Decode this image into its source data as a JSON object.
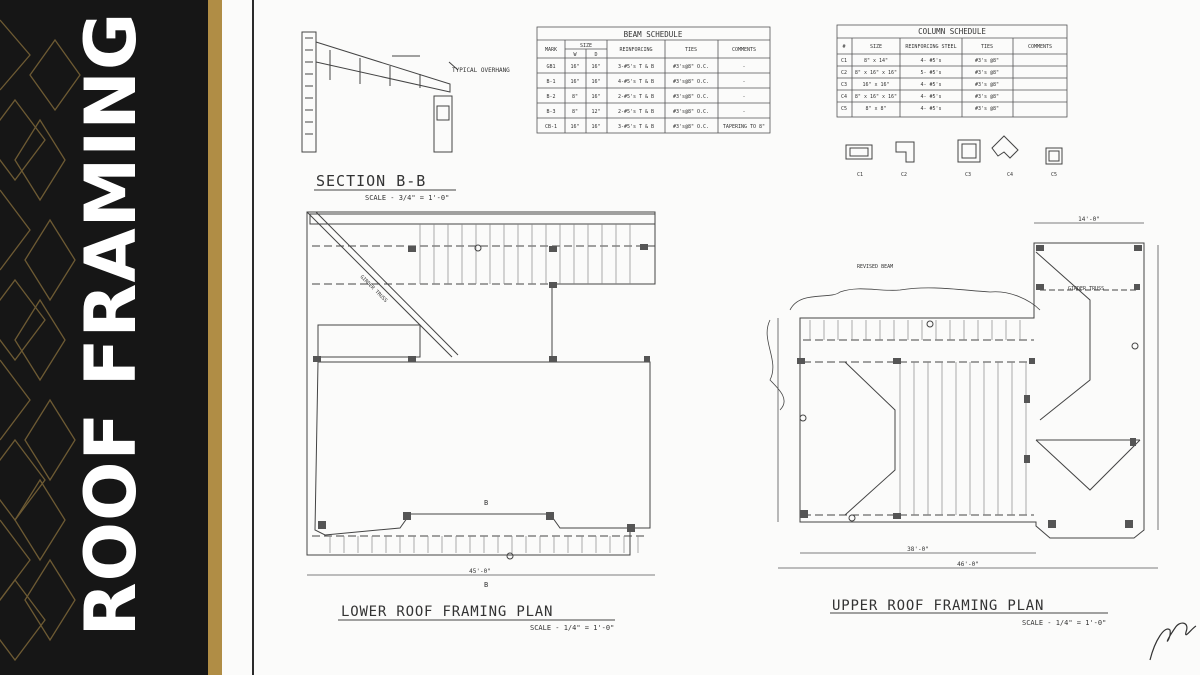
{
  "slide": {
    "title": "ROOF FRAMING",
    "accent_color": "#b08d45",
    "sidebar_color": "#161616"
  },
  "drawing": {
    "section_title": "SECTION B-B",
    "section_scale": "SCALE - 3/4\" = 1'-0\"",
    "section_note": "TYPICAL OVERHANG",
    "beam_schedule": {
      "title": "BEAM SCHEDULE",
      "headers": [
        "MARK",
        "SIZE",
        "REINFORCING",
        "TIES",
        "COMMENTS"
      ],
      "size_subheaders": [
        "W",
        "D"
      ],
      "rows": [
        [
          "GB1",
          "16\"",
          "16\"",
          "3-#5's T & B",
          "#3's@8\" O.C.",
          "-"
        ],
        [
          "B-1",
          "16\"",
          "16\"",
          "4-#5's T & B",
          "#3's@8\" O.C.",
          "-"
        ],
        [
          "B-2",
          "8\"",
          "16\"",
          "2-#5's T & B",
          "#3's@8\" O.C.",
          "-"
        ],
        [
          "B-3",
          "8\"",
          "12\"",
          "2-#5's T & B",
          "#3's@8\" O.C.",
          "-"
        ],
        [
          "CB-1",
          "16\"",
          "16\"",
          "3-#5's T & B",
          "#3's@8\" O.C.",
          "TAPERING TO 8\""
        ]
      ]
    },
    "column_schedule": {
      "title": "COLUMN SCHEDULE",
      "headers": [
        "#",
        "SIZE",
        "REINFORCING STEEL",
        "TIES",
        "COMMENTS"
      ],
      "rows": [
        [
          "C1",
          "8\" x 14\"",
          "4- #5's",
          "#3's @8\"",
          ""
        ],
        [
          "C2",
          "8\" x 16\" x 16\"",
          "5- #5's",
          "#3's @8\"",
          ""
        ],
        [
          "C3",
          "16\" x 16\"",
          "4- #5's",
          "#3's @8\"",
          ""
        ],
        [
          "C4",
          "8\" x 16\" x 16\"",
          "4- #5's",
          "#3's @8\"",
          ""
        ],
        [
          "C5",
          "8\" x 8\"",
          "4- #5's",
          "#3's @8\"",
          ""
        ]
      ],
      "details": [
        "C1",
        "C2",
        "C3",
        "C4",
        "C5"
      ]
    },
    "lower_plan": {
      "title": "LOWER ROOF FRAMING PLAN",
      "scale": "SCALE - 1/4\" = 1'-0\"",
      "overall_dim": "45'-0\"",
      "girder_label": "GIRDER TRUSS",
      "section_marker": "B"
    },
    "upper_plan": {
      "title": "UPPER ROOF FRAMING PLAN",
      "scale": "SCALE - 1/4\" = 1'-0\"",
      "overall_dim": "46'-0\"",
      "inner_dim": "38'-0\"",
      "top_dim": "14'-0\"",
      "revised_label": "REVISED BEAM",
      "girder_label": "GIRDER TRUSS"
    }
  }
}
